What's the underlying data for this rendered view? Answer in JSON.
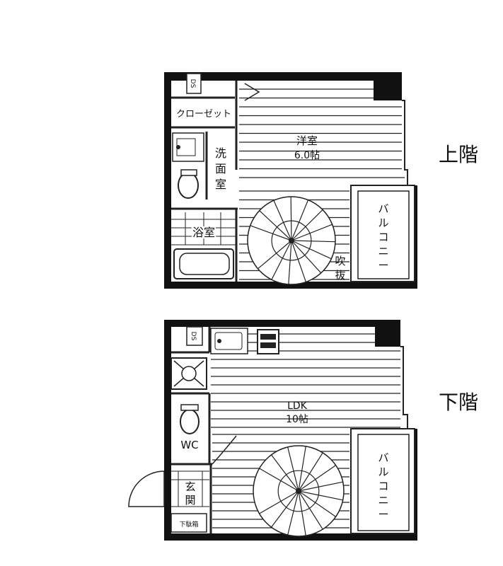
{
  "upper_floor": {
    "caption": "上階",
    "ds_label": "DS",
    "closet_label": "クローゼット",
    "western_room_name": "洋室",
    "western_room_size": "6.0帖",
    "washroom_label": [
      "洗",
      "面",
      "室"
    ],
    "bath_label": "浴室",
    "void_label": [
      "吹",
      "抜"
    ],
    "balcony_label": [
      "バ",
      "ル",
      "コ",
      "ニ",
      "ー"
    ]
  },
  "lower_floor": {
    "caption": "下階",
    "ds_label": "DS",
    "ldk_name": "LDK",
    "ldk_size": "10帖",
    "wc_label": "WC",
    "entrance_label": [
      "玄",
      "関"
    ],
    "shoe_box_label": "下駄箱",
    "balcony_label": [
      "バ",
      "ル",
      "コ",
      "ニ",
      "ー"
    ]
  },
  "colors": {
    "wall": "#111111",
    "line": "#222222",
    "background": "#ffffff"
  }
}
